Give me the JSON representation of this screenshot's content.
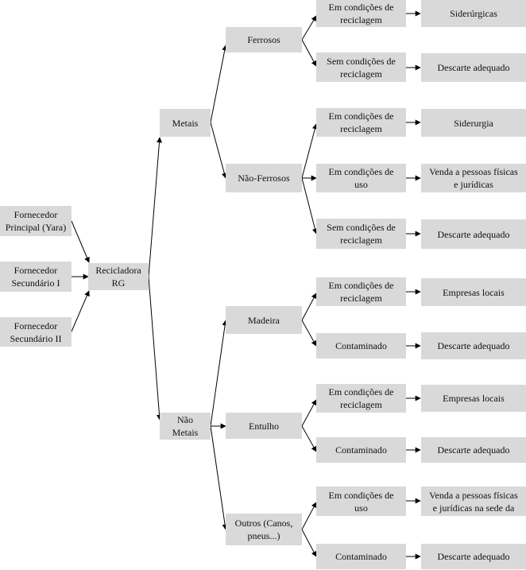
{
  "nodes": {
    "fornecedor_principal": "Fornecedor\nPrincipal (Yara)",
    "fornecedor_sec_1": "Fornecedor\nSecundário I",
    "fornecedor_sec_2": "Fornecedor\nSecundário II",
    "recicladora": "Recicladora\nRG",
    "metais": "Metais",
    "nao_metais": "Não\nMetais",
    "ferrosos": "Ferrosos",
    "nao_ferrosos": "Não-Ferrosos",
    "madeira": "Madeira",
    "entulho": "Entulho",
    "outros": "Outros (Canos,\npneus...)",
    "ferrosos_em_cond_recic": "Em condições de\nreciclagem",
    "ferrosos_sem_cond_recic": "Sem condições de\nreciclagem",
    "nf_em_cond_recic": "Em condições de\nreciclagem",
    "nf_em_cond_uso": "Em condições de\nuso",
    "nf_sem_cond_recic": "Sem condições de\nreciclagem",
    "mad_em_cond_recic": "Em condições de\nreciclagem",
    "mad_contaminado": "Contaminado",
    "ent_em_cond_recic": "Em condições de\nreciclagem",
    "ent_contaminado": "Contaminado",
    "out_em_cond_uso": "Em condições de\nuso",
    "out_contaminado": "Contaminado",
    "dest_siderurgicas": "Siderúrgicas",
    "dest_descarte_1": "Descarte adequado",
    "dest_siderurgia": "Siderurgia",
    "dest_venda_1": "Venda a pessoas físicas\ne jurídicas",
    "dest_descarte_2": "Descarte adequado",
    "dest_empresas_1": "Empresas locais",
    "dest_descarte_3": "Descarte adequado",
    "dest_empresas_2": "Empresas locais",
    "dest_descarte_4": "Descarte adequado",
    "dest_venda_2": "Venda a pessoas físicas\ne jurídicas na sede da",
    "dest_descarte_5": "Descarte adequado"
  }
}
